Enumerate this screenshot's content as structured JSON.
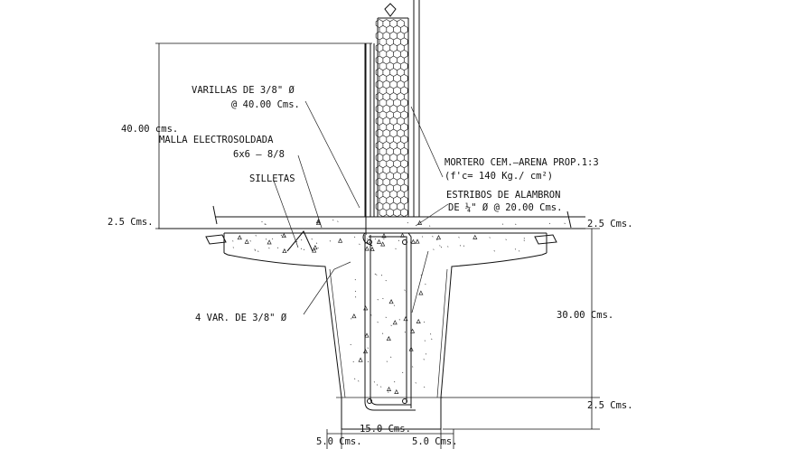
{
  "labels": {
    "varillas_1": "VARILLAS DE 3/8\" Ø",
    "varillas_2": "@ 40.00 Cms.",
    "cms40": "40.00 cms.",
    "malla_1": "MALLA ELECTROSOLDADA",
    "malla_2": "6x6 — 8/8",
    "silletas": "SILLETAS",
    "mortero_1": "MORTERO CEM.—ARENA PROP.1:3",
    "mortero_2": "(f'c= 140 Kg./ cm²)",
    "estribos_1": "ESTRIBOS DE ALAMBRON",
    "estribos_2": "DE ¼\" Ø @ 20.00 Cms.",
    "dim_left_25": "2.5 Cms.",
    "dim_right_25_top": "2.5 Cms.",
    "var4": "4 VAR. DE 3/8\" Ø",
    "dim_30": "30.00 Cms.",
    "dim_right_25_bot": "2.5 Cms.",
    "dim_15": "15.0 Cms.",
    "dim_5_left": "5.0 Cms.",
    "dim_5_right": "5.0 Cms."
  }
}
